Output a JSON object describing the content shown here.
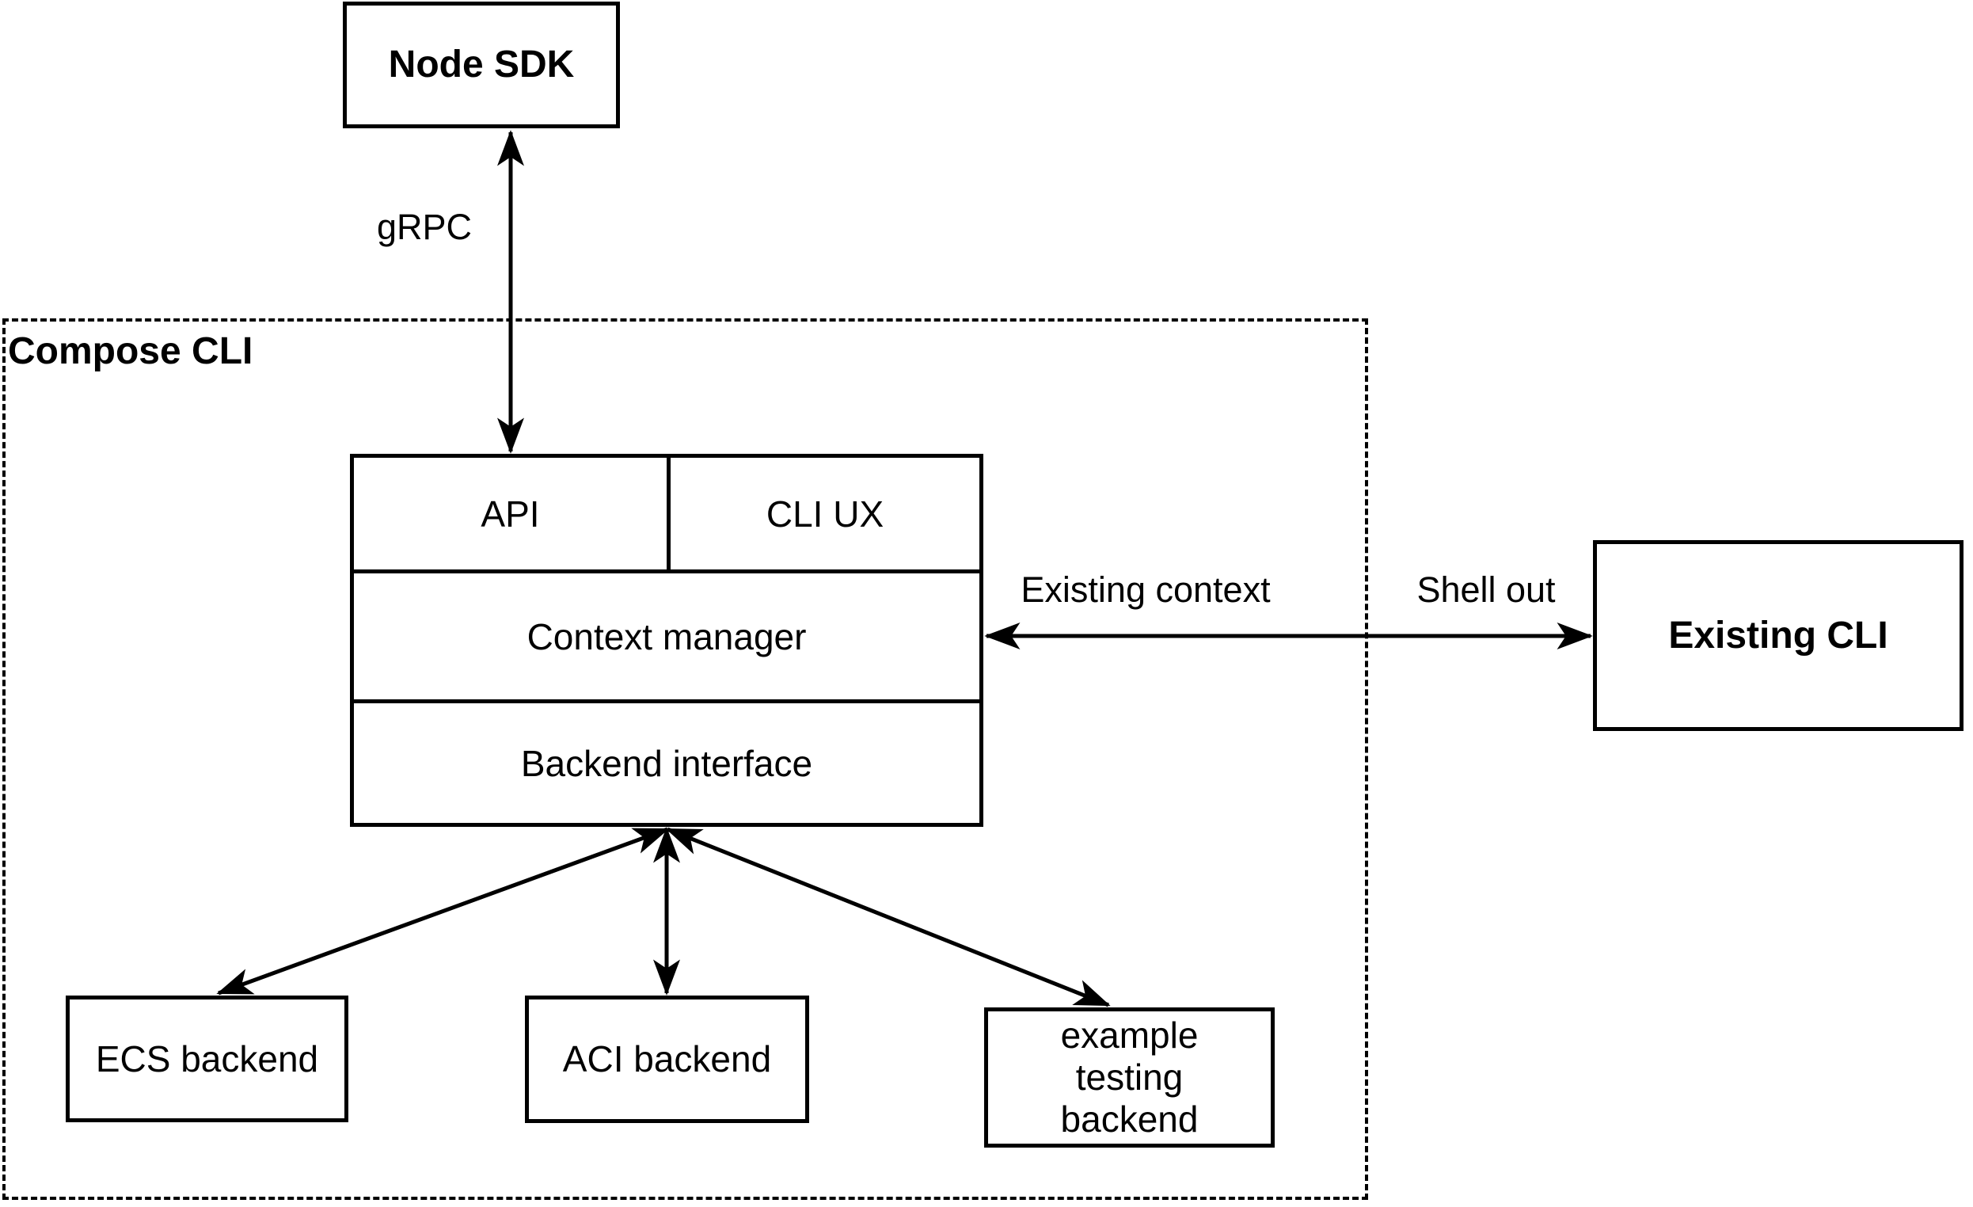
{
  "canvas": {
    "background_color": "#ffffff",
    "stroke_color": "#000000"
  },
  "nodes": {
    "node_sdk": {
      "label": "Node SDK"
    },
    "compose_cli_group": {
      "label": "Compose CLI"
    },
    "api": {
      "label": "API"
    },
    "cli_ux": {
      "label": "CLI UX"
    },
    "context_manager": {
      "label": "Context manager"
    },
    "backend_interface": {
      "label": "Backend interface"
    },
    "existing_cli": {
      "label": "Existing CLI"
    },
    "ecs_backend": {
      "label": "ECS backend"
    },
    "aci_backend": {
      "label": "ACI backend"
    },
    "example_testing_backend": {
      "label": "example testing backend"
    }
  },
  "edges": {
    "grpc": {
      "label": "gRPC",
      "from": "Node SDK",
      "to": "API",
      "direction": "bidirectional"
    },
    "existing_context": {
      "label": "Existing context",
      "from": "Context manager",
      "to": "Existing CLI",
      "direction": "bidirectional"
    },
    "shell_out": {
      "label": "Shell out",
      "from": "Context manager",
      "to": "Existing CLI",
      "direction": "bidirectional"
    },
    "backend_ecs": {
      "from": "Backend interface",
      "to": "ECS backend",
      "direction": "bidirectional"
    },
    "backend_aci": {
      "from": "Backend interface",
      "to": "ACI backend",
      "direction": "bidirectional"
    },
    "backend_example": {
      "from": "Backend interface",
      "to": "example testing backend",
      "direction": "bidirectional"
    }
  }
}
